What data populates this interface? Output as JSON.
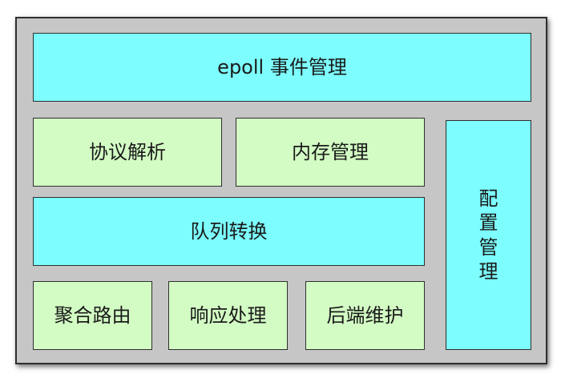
{
  "diagram": {
    "top_bar": {
      "label": "epoll 事件管理",
      "color": "#7dfdfe"
    },
    "row1": [
      {
        "label": "协议解析",
        "color": "#d3fcc4"
      },
      {
        "label": "内存管理",
        "color": "#d3fcc4"
      }
    ],
    "queue": {
      "label": "队列转换",
      "color": "#7dfdfe"
    },
    "row3": [
      {
        "label": "聚合路由",
        "color": "#d3fcc4"
      },
      {
        "label": "响应处理",
        "color": "#d3fcc4"
      },
      {
        "label": "后端维护",
        "color": "#d3fcc4"
      }
    ],
    "config": {
      "chars": [
        "配",
        "置",
        "管",
        "理"
      ],
      "color": "#7dfdfe"
    },
    "frame_color": "#c6c6c6"
  }
}
